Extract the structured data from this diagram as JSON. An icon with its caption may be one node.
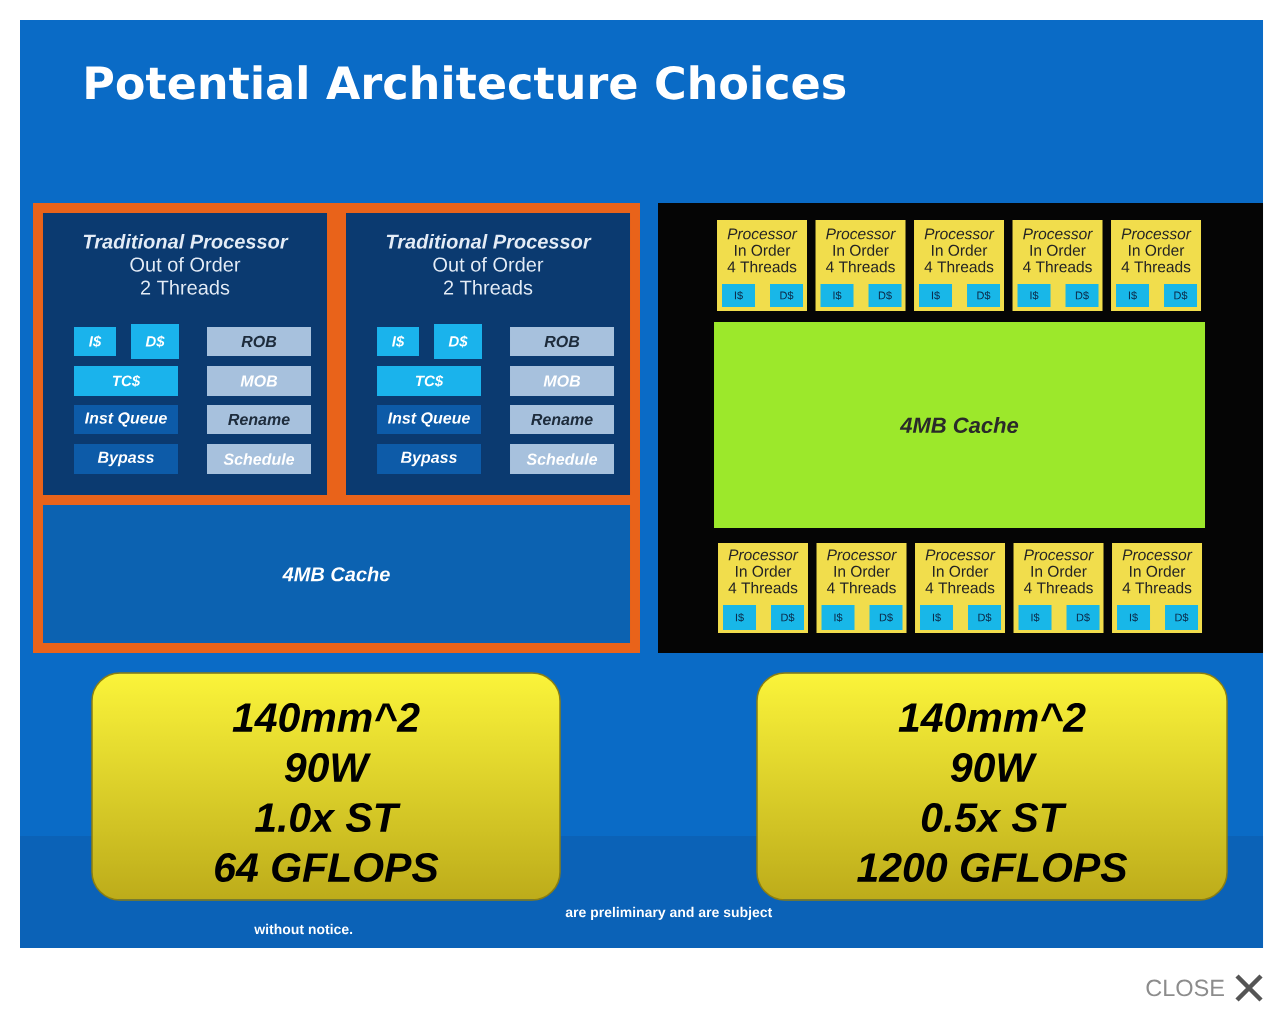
{
  "diagram": {
    "title": "Potential Architecture Choices",
    "nodes": [
      {
        "text": [],
        "shape": "box"
      },
      {
        "text": [
          "Traditional Processor",
          "Out of Order",
          "2 Threads"
        ],
        "in": 0
      },
      {
        "text": [
          "I$"
        ],
        "in": 1
      },
      {
        "text": [
          "D$"
        ],
        "in": 1
      },
      {
        "text": [
          "ROB"
        ],
        "in": 1
      },
      {
        "text": [
          "TC$"
        ],
        "in": 1
      },
      {
        "text": [
          "MOB"
        ],
        "in": 1
      },
      {
        "text": [
          "Inst Queue"
        ],
        "in": 1
      },
      {
        "text": [
          "Rename"
        ],
        "in": 1
      },
      {
        "text": [
          "Bypass"
        ],
        "in": 1
      },
      {
        "text": [
          "Schedule"
        ],
        "in": 1
      },
      {
        "text": [
          "Traditional Processor",
          "Out of Order",
          "2 Threads"
        ],
        "in": 0
      },
      {
        "text": [
          "I$"
        ],
        "in": 11
      },
      {
        "text": [
          "D$"
        ],
        "in": 11
      },
      {
        "text": [
          "ROB"
        ],
        "in": 11
      },
      {
        "text": [
          "TC$"
        ],
        "in": 11
      },
      {
        "text": [
          "MOB"
        ],
        "in": 11
      },
      {
        "text": [
          "Inst Queue"
        ],
        "in": 11
      },
      {
        "text": [
          "Rename"
        ],
        "in": 11
      },
      {
        "text": [
          "Bypass"
        ],
        "in": 11
      },
      {
        "text": [
          "Schedule"
        ],
        "in": 11
      },
      {
        "text": [
          "4MB Cache"
        ],
        "in": 0
      },
      {
        "text": [],
        "shape": "box"
      },
      {
        "text": [
          "Processor",
          "In Order",
          "4 Threads"
        ],
        "in": 22
      },
      {
        "text": [
          "I$"
        ],
        "in": 23
      },
      {
        "text": [
          "D$"
        ],
        "in": 23
      },
      {
        "text": [
          "Processor",
          "In Order",
          "4 Threads"
        ],
        "in": 22
      },
      {
        "text": [
          "I$"
        ],
        "in": 26
      },
      {
        "text": [
          "D$"
        ],
        "in": 26
      },
      {
        "text": [
          "Processor",
          "In Order",
          "4 Threads"
        ],
        "in": 22
      },
      {
        "text": [
          "I$"
        ],
        "in": 29
      },
      {
        "text": [
          "D$"
        ],
        "in": 29
      },
      {
        "text": [
          "Processor",
          "In Order",
          "4 Threads"
        ],
        "in": 22
      },
      {
        "text": [
          "I$"
        ],
        "in": 32
      },
      {
        "text": [
          "D$"
        ],
        "in": 32
      },
      {
        "text": [
          "Processor",
          "In Order",
          "4 Threads"
        ],
        "in": 22
      },
      {
        "text": [
          "I$"
        ],
        "in": 35
      },
      {
        "text": [
          "D$"
        ],
        "in": 35
      },
      {
        "text": [
          "4MB Cache"
        ],
        "in": 22
      },
      {
        "text": [
          "Processor",
          "In Order",
          "4 Threads"
        ],
        "in": 22
      },
      {
        "text": [
          "I$"
        ],
        "in": 39
      },
      {
        "text": [
          "D$"
        ],
        "in": 39
      },
      {
        "text": [
          "Processor",
          "In Order",
          "4 Threads"
        ],
        "in": 22
      },
      {
        "text": [
          "I$"
        ],
        "in": 42
      },
      {
        "text": [
          "D$"
        ],
        "in": 42
      },
      {
        "text": [
          "Processor",
          "In Order",
          "4 Threads"
        ],
        "in": 22
      },
      {
        "text": [
          "I$"
        ],
        "in": 45
      },
      {
        "text": [
          "D$"
        ],
        "in": 45
      },
      {
        "text": [
          "Processor",
          "In Order",
          "4 Threads"
        ],
        "in": 22
      },
      {
        "text": [
          "I$"
        ],
        "in": 48
      },
      {
        "text": [
          "D$"
        ],
        "in": 48
      },
      {
        "text": [
          "Processor",
          "In Order",
          "4 Threads"
        ],
        "in": 22
      },
      {
        "text": [
          "I$"
        ],
        "in": 51
      },
      {
        "text": [
          "D$"
        ],
        "in": 51
      },
      {
        "text": [
          "140mm^2",
          "90W",
          "1.0x ST",
          "64 GFLOPS"
        ]
      },
      {
        "text": [
          "140mm^2",
          "90W",
          "0.5x ST",
          "1200 GFLOPS"
        ]
      }
    ],
    "labels": [
      "are preliminary and are subject",
      "without notice.",
      "CLOSE"
    ]
  }
}
